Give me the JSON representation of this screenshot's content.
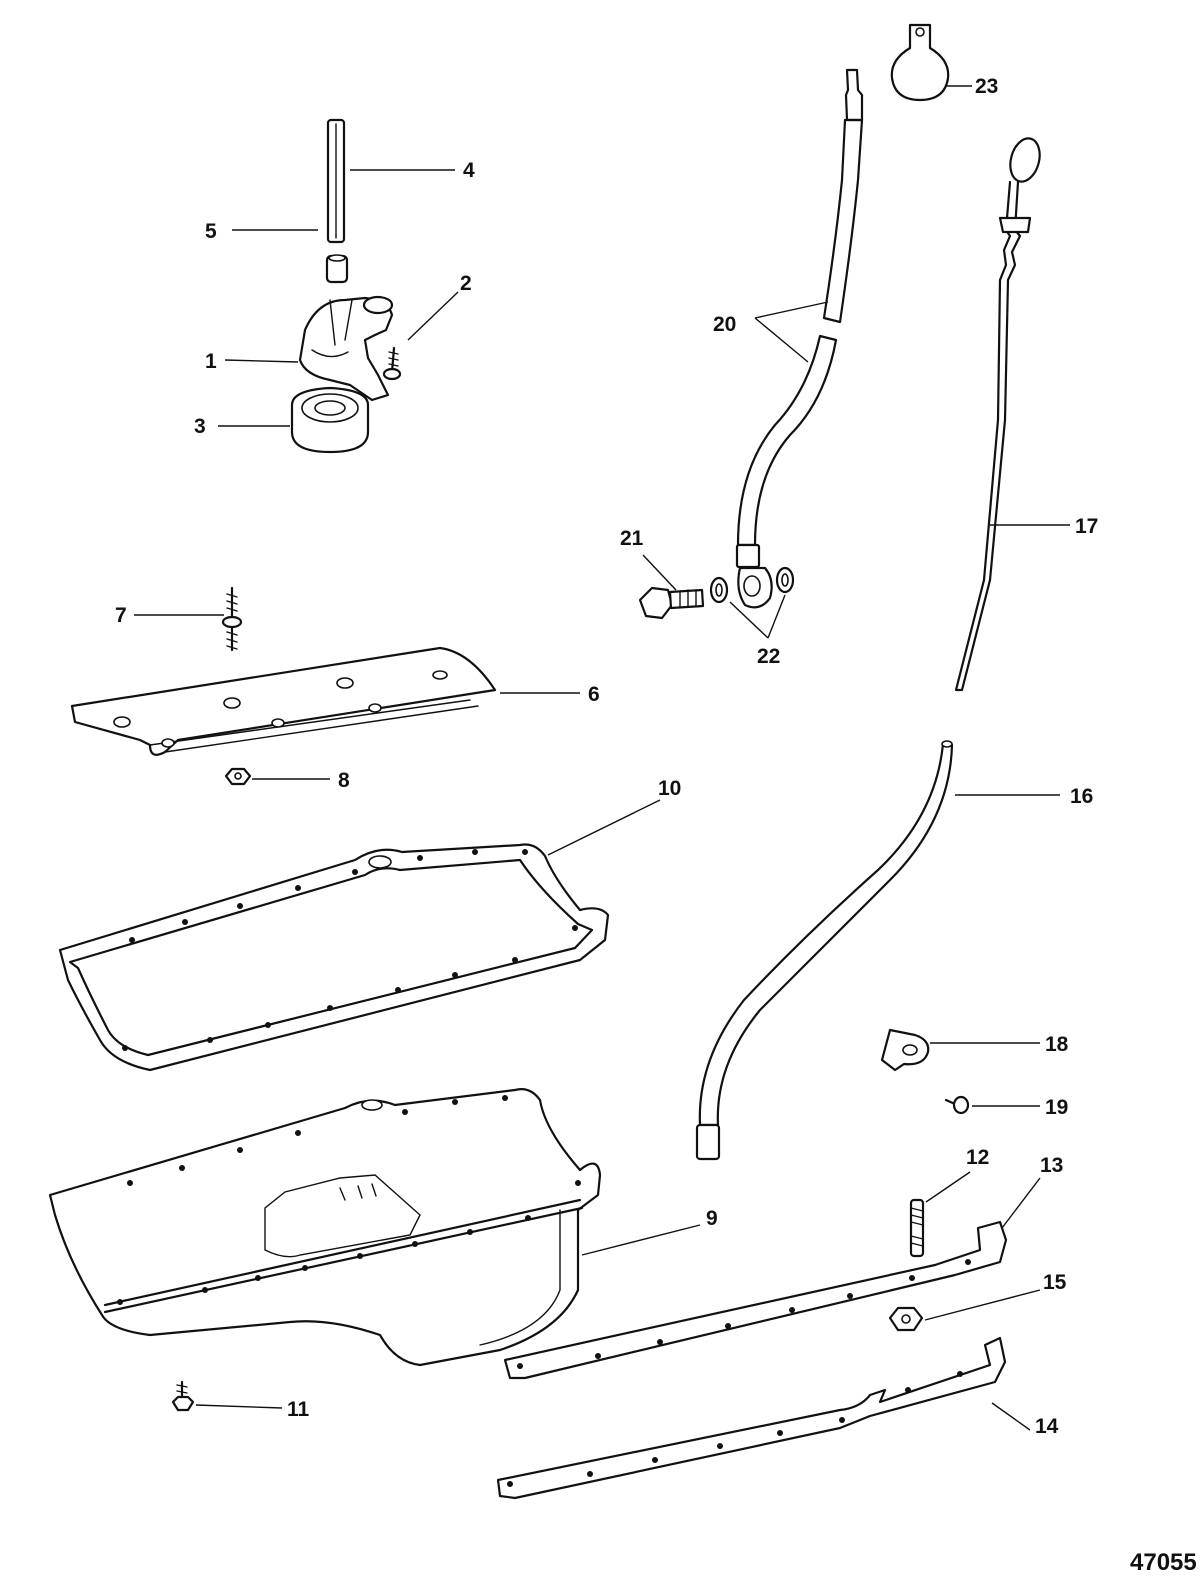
{
  "figure_number": "47055",
  "callouts": [
    "1",
    "2",
    "3",
    "4",
    "5",
    "6",
    "7",
    "8",
    "9",
    "10",
    "11",
    "12",
    "13",
    "14",
    "15",
    "16",
    "17",
    "18",
    "19",
    "20",
    "21",
    "22",
    "23"
  ]
}
